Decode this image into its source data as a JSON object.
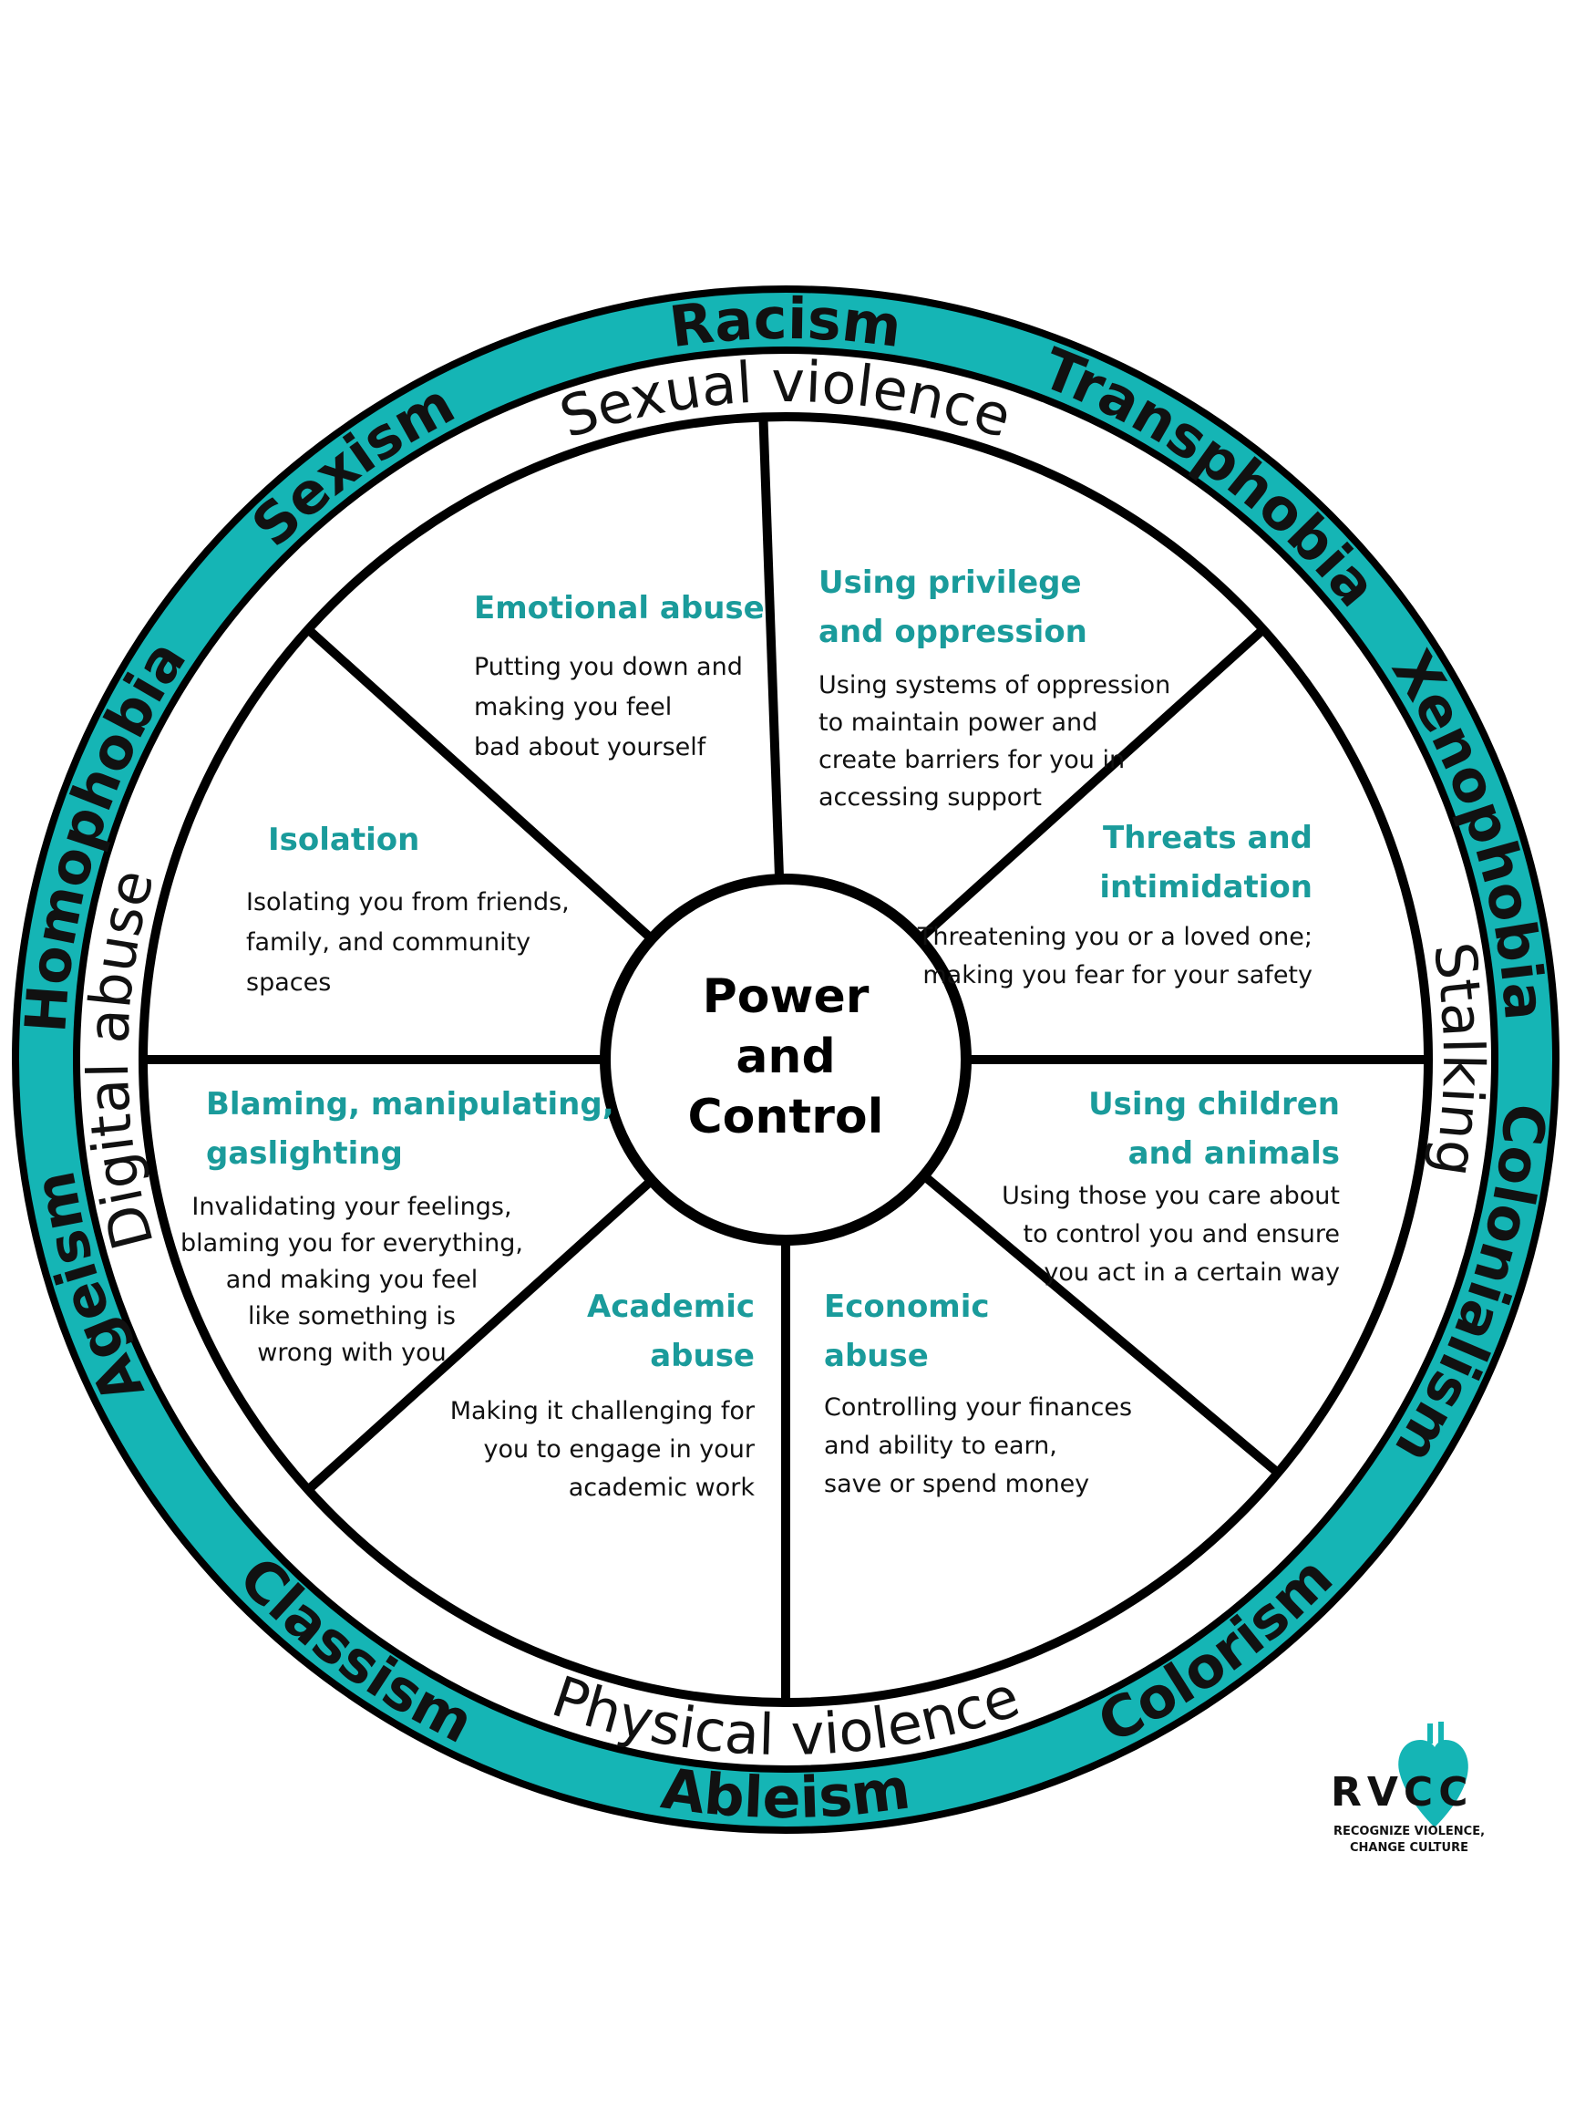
{
  "colors": {
    "teal": "#15b5b5",
    "accent_text": "#1a9b9b",
    "line": "#000000"
  },
  "center": {
    "line1": "Power",
    "line2": "and",
    "line3": "Control"
  },
  "outer_ring": [
    "Racism",
    "Transphobia",
    "Xenophobia",
    "Colonialism",
    "Colorism",
    "Ableism",
    "Classism",
    "Ageism",
    "Homophobia",
    "Sexism"
  ],
  "middle_ring": {
    "top": "Sexual violence",
    "right": "Stalking",
    "bottom": "Physical violence",
    "left": "Digital abuse"
  },
  "sections": [
    {
      "title": [
        "Emotional abuse"
      ],
      "desc": [
        "Putting you down and",
        "making you feel",
        "bad about yourself"
      ]
    },
    {
      "title": [
        "Using privilege",
        "and oppression"
      ],
      "desc": [
        "Using systems of oppression",
        "to maintain power and",
        "create barriers for you in",
        "accessing support"
      ]
    },
    {
      "title": [
        "Threats and",
        "intimidation"
      ],
      "desc": [
        "Threatening you or a loved one;",
        "making you fear for your safety"
      ]
    },
    {
      "title": [
        "Using children",
        "and animals"
      ],
      "desc": [
        "Using those you care about",
        "to control you and ensure",
        "you act in a certain way"
      ]
    },
    {
      "title": [
        "Economic",
        "abuse"
      ],
      "desc": [
        "Controlling your finances",
        "and ability to earn,",
        "save or spend money"
      ]
    },
    {
      "title": [
        "Academic",
        "abuse"
      ],
      "desc": [
        "Making it challenging for",
        "you to engage in your",
        "academic work"
      ]
    },
    {
      "title": [
        "Blaming, manipulating,",
        "gaslighting"
      ],
      "desc": [
        "Invalidating your feelings,",
        "blaming you for everything,",
        "and making you feel",
        "like something is",
        "wrong with you"
      ]
    },
    {
      "title": [
        "Isolation"
      ],
      "desc": [
        "Isolating you from friends,",
        "family, and community",
        "spaces"
      ]
    }
  ],
  "logo": {
    "letters": "RVCC",
    "tagline_line1": "RECOGNIZE VIOLENCE,",
    "tagline_line2": "CHANGE CULTURE",
    "icon": "anatomical-heart-icon"
  }
}
